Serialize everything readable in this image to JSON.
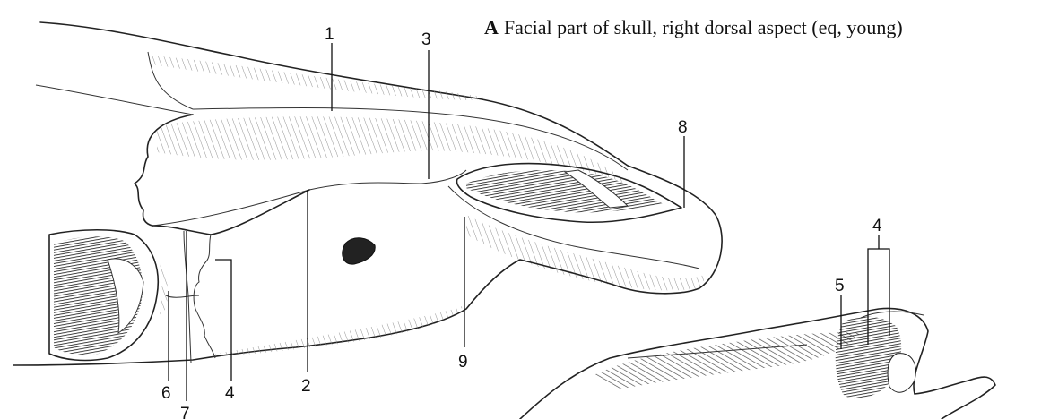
{
  "caption": {
    "letter": "A",
    "text": "Facial part of skull, right dorsal aspect (eq, young)"
  },
  "labels": {
    "l1": "1",
    "l2": "2",
    "l3": "3",
    "l4a": "4",
    "l4b": "4",
    "l5": "5",
    "l6": "6",
    "l7": "7",
    "l8": "8",
    "l9": "9"
  }
}
